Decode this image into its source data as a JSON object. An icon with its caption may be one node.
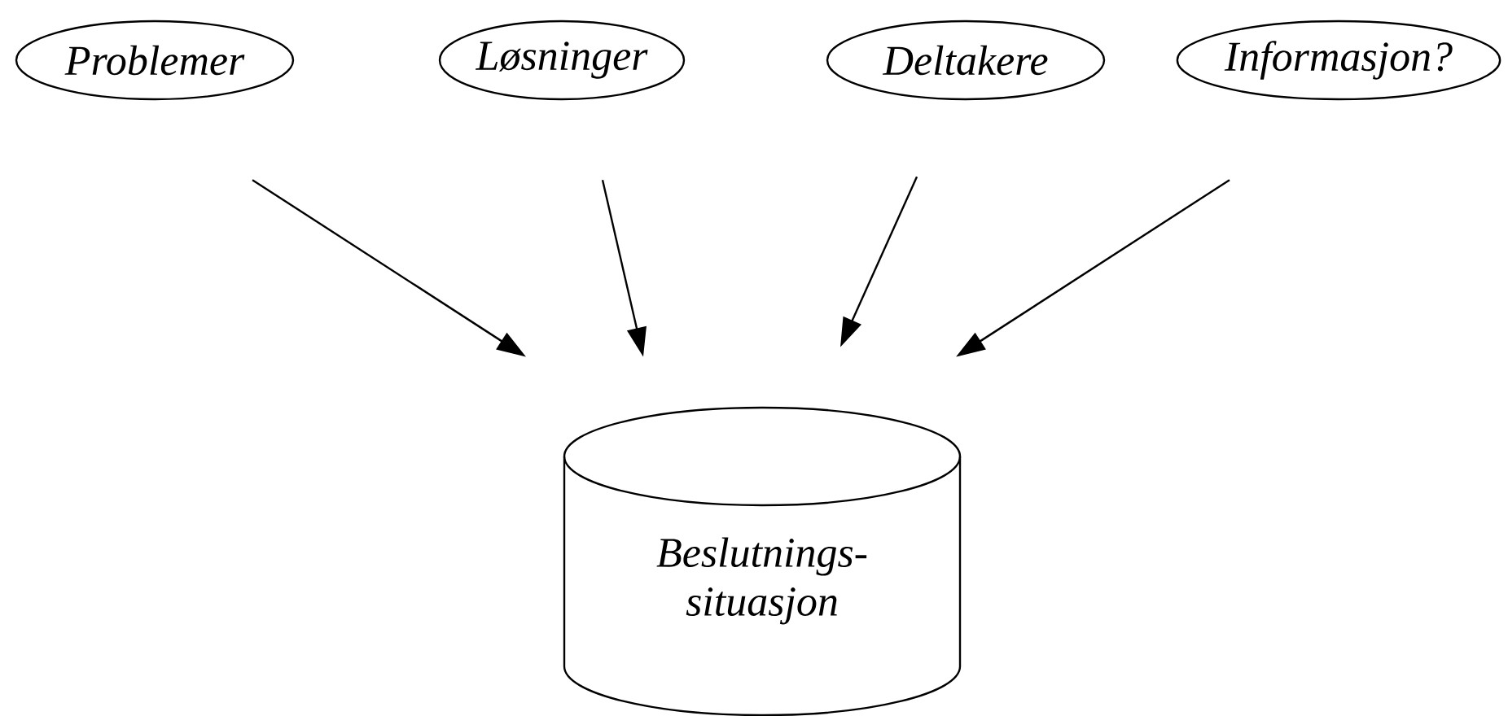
{
  "diagram": {
    "nodes": [
      {
        "text": [
          "Problemer"
        ]
      },
      {
        "text": [
          "Løsninger"
        ]
      },
      {
        "text": [
          "Deltakere"
        ]
      },
      {
        "text": [
          "Informasjon?"
        ]
      },
      {
        "text": [
          "Beslutnings- situasjon"
        ]
      }
    ],
    "edges": [
      {
        "from": 0,
        "to": 4,
        "arrow": "to"
      },
      {
        "from": 1,
        "to": 4,
        "arrow": "to"
      },
      {
        "from": 2,
        "to": 4,
        "arrow": "to"
      },
      {
        "from": 3,
        "to": 4,
        "arrow": "to"
      }
    ]
  }
}
